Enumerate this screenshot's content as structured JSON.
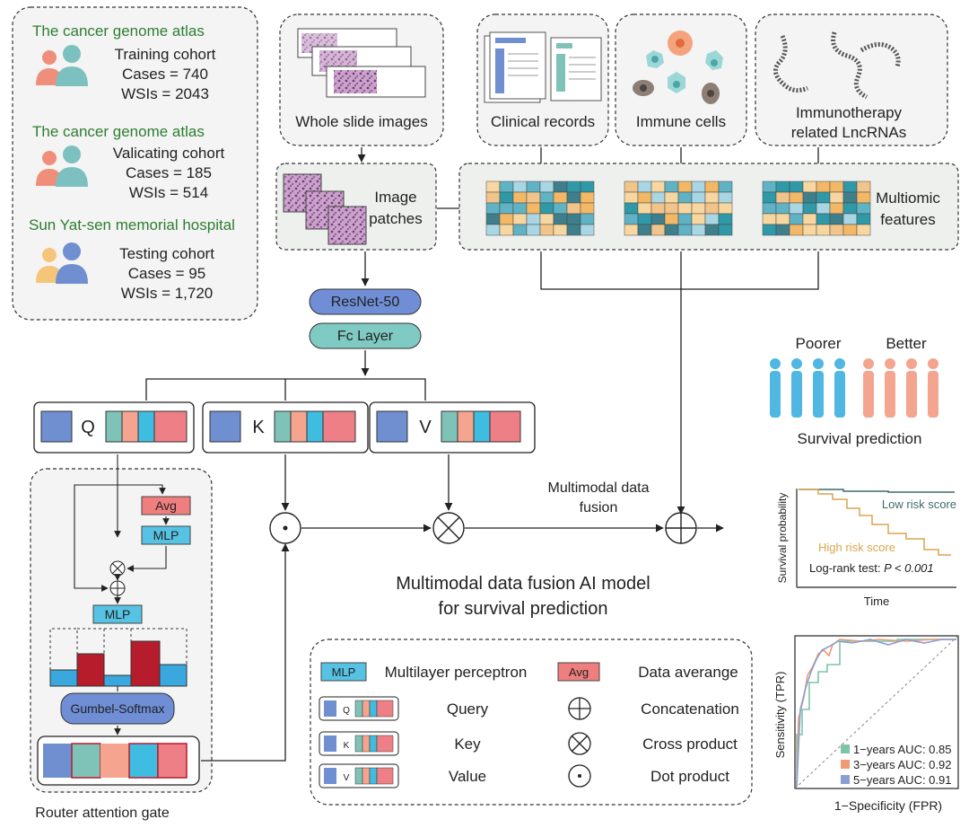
{
  "cohorts": [
    {
      "source": "The cancer genome atlas",
      "name": "Training cohort",
      "cases": "Cases = 740",
      "wsis": "WSIs = 2043"
    },
    {
      "source": "The cancer genome atlas",
      "name": "Valicating cohort",
      "cases": "Cases = 185",
      "wsis": "WSIs = 514"
    },
    {
      "source": "Sun Yat-sen memorial hospital",
      "name": "Testing cohort",
      "cases": "Cases = 95",
      "wsis": "WSIs = 1,720"
    }
  ],
  "inputs": {
    "wsi": "Whole slide images",
    "clinical": "Clinical records",
    "immune": "Immune cells",
    "lnc_line1": "Immunotherapy",
    "lnc_line2": "related LncRNAs"
  },
  "patches": {
    "line1": "Image",
    "line2": "patches"
  },
  "multiomic": {
    "line1": "Multiomic",
    "line2": "features"
  },
  "layers": {
    "resnet": "ResNet-50",
    "fc": "Fc Layer"
  },
  "qkv": {
    "q": "Q",
    "k": "K",
    "v": "V"
  },
  "router": {
    "avg": "Avg",
    "mlp1": "MLP",
    "mlp2": "MLP",
    "gumbel": "Gumbel-Softmax",
    "title": "Router attention gate"
  },
  "fusion": {
    "line1": "Multimodal data",
    "line2": "fusion"
  },
  "model_title": {
    "line1": "Multimodal data fusion AI model",
    "line2": "for survival prediction"
  },
  "survival": {
    "poorer": "Poorer",
    "better": "Better",
    "title": "Survival prediction"
  },
  "km": {
    "ylabel": "Survival probability",
    "xlabel": "Time",
    "low": "Low risk score",
    "high": "High risk score",
    "logrank": "Log-rank test: ",
    "p": "P < 0.001",
    "colors": {
      "low": "#3d6b68",
      "high": "#d9a650"
    }
  },
  "roc": {
    "ylabel": "Sensitivity (TPR)",
    "xlabel": "1−Specificity (FPR)",
    "legend": [
      {
        "label": "1−years AUC: 0.85",
        "color": "#7cc5a8"
      },
      {
        "label": "3−years AUC: 0.92",
        "color": "#ef9a73"
      },
      {
        "label": "5−years AUC: 0.91",
        "color": "#8a9fd1"
      }
    ]
  },
  "legend": {
    "mlp_key": "MLP",
    "mlp": "Multilayer perceptron",
    "avg_key": "Avg",
    "avg": "Data averange",
    "query": "Query",
    "concat": "Concatenation",
    "key": "Key",
    "cross": "Cross product",
    "value": "Value",
    "dot": "Dot product",
    "mini_q": "Q",
    "mini_k": "K",
    "mini_v": "V"
  },
  "colors": {
    "blue": "#6f8fd0",
    "teal": "#7fc3b8",
    "salmon": "#f5a48f",
    "cyan": "#3fbde0",
    "pink": "#ef7f86",
    "mlp": "#57c3e4",
    "avg": "#ef7f7f",
    "nodeBlue": "#6f8ed6",
    "nodeTeal": "#7fcac2"
  }
}
